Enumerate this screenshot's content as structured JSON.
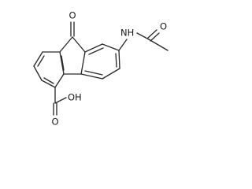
{
  "molecule": {
    "atoms": {
      "ketone_oxygen": "O",
      "amide_nitrogen": "NH",
      "acetyl_oxygen": "O",
      "carboxylic_acid": "OH",
      "carboxyl_oxygen": "O"
    }
  },
  "colors": {
    "bond": "#2b2b2b",
    "label": "#1a1a1a",
    "background": "#ffffff"
  }
}
